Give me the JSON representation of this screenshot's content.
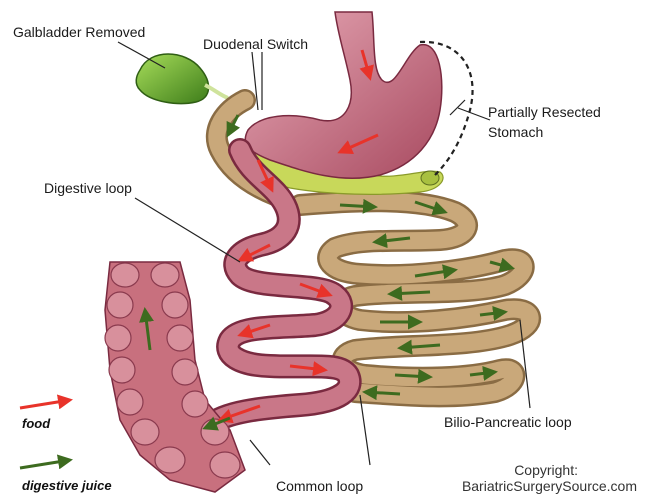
{
  "labels": {
    "gallbladder": "Galbladder Removed",
    "duodenal_switch": "Duodenal Switch",
    "partially_resected": "Partially Resected",
    "stomach": "Stomach",
    "digestive_loop": "Digestive loop",
    "bilio_pancreatic_loop": "Bilio-Pancreatic loop",
    "common_loop": "Common loop"
  },
  "legend": {
    "food": "food",
    "digestive_juice": "digestive juice"
  },
  "copyright": {
    "line1": "Copyright:",
    "line2": "BariatricSurgerySource.com"
  },
  "colors": {
    "food_arrow": "#e8332a",
    "juice_arrow": "#3d6b1f",
    "intestine": "#b8606e",
    "stomach": "#c9788a",
    "bilio_loop": "#b8976a",
    "gallbladder": "#5aa02c"
  }
}
